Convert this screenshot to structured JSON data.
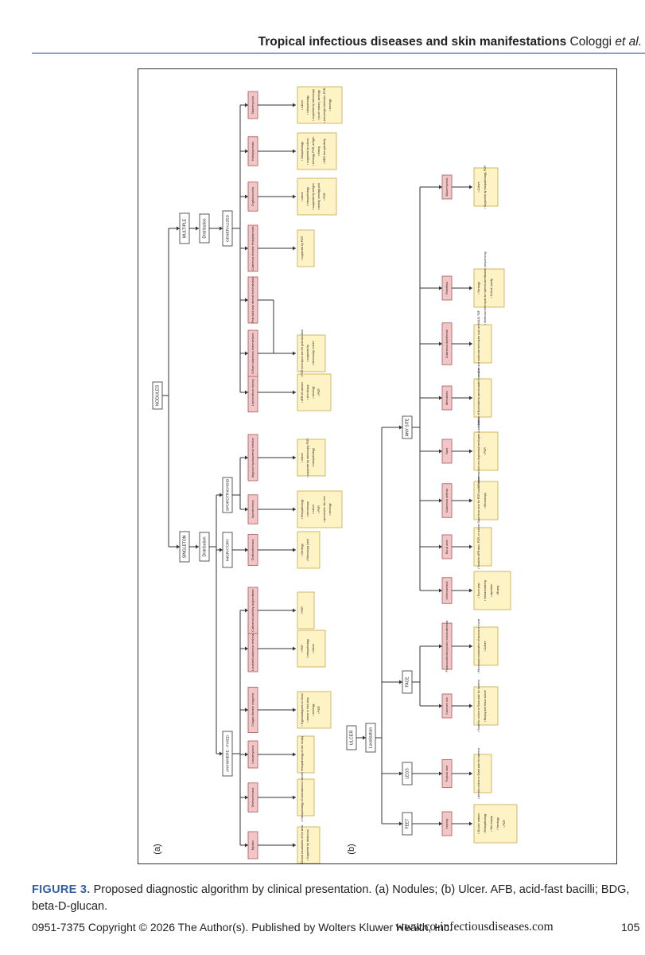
{
  "header": {
    "title_bold": "Tropical infectious diseases and skin manifestations",
    "title_author": "Cologgi",
    "title_etal": "et al."
  },
  "colors": {
    "rule": "#8a9fc7",
    "caption_label": "#2f5ea8",
    "disease_fill": "#f2c6c6",
    "disease_stroke": "#b05555",
    "method_fill": "#fdf3c4",
    "method_stroke": "#c8a84a"
  },
  "figure": {
    "panel_a_label": "(a)",
    "panel_b_label": "(b)",
    "nodules": {
      "root": "NODULES",
      "singleton": "SINGLETON",
      "multiple": "MULTIPLE",
      "distribution": "Distribution",
      "groups": [
        "ANYWHERE - FIXED",
        "MIGRATORY",
        "SPOROTRICHOID",
        "GENERALIZED"
      ],
      "diseases": [
        {
          "name": "Myiasis",
          "methods": [
            "Clinical visualization of the larva",
            "Supported by ultrasound"
          ]
        },
        {
          "name": "Onchocerciasis",
          "methods": [
            "Histopathology of subcutaneous nodule"
          ]
        },
        {
          "name": "Loboamycosis",
          "methods": [
            "Histopathology of skin biopsy"
          ]
        },
        {
          "name": "Chagas disease chagoma",
          "methods": [
            "Trypomastigotes on blood",
            "smear or thick drop",
            "serology",
            "PCR"
          ]
        },
        {
          "name": "Localized cutaneous leishmaniasis",
          "methods": [
            "PCR",
            "histopathology",
            "culture"
          ]
        },
        {
          "name": "Cutaneous bacillary angiomatosis",
          "methods": [
            "PCR"
          ]
        },
        {
          "name": "Gnathostomiasis",
          "methods": [
            "Serology",
            "Microscopy (rare)"
          ]
        },
        {
          "name": "Sporotrichosis",
          "methods": [
            "Histopathology",
            "microscopy",
            "culture",
            "PCR",
            "sporotrichin skin test",
            "serology"
          ]
        },
        {
          "name": "Atypical mycobacterial infection",
          "methods": [
            "culture",
            "supported by microscopy, PCR,",
            "histopathology"
          ]
        },
        {
          "name": "Lepromatous leprosy",
          "methods": [
            "AFB slit smears",
            "skin biopsy",
            "serology",
            "PCR"
          ]
        },
        {
          "name": "Diffuse cutaneous leishmaniasis",
          "methods": [
            "PCR techniques are the gold standard",
            "supported by",
            "microscopy, culture"
          ]
        },
        {
          "name": "Post-kala azar dermal leishmaniasis",
          "methods": []
        },
        {
          "name": "Cutaneous disease Histoplasmosis",
          "methods": [
            "supported by PCR"
          ]
        },
        {
          "name": "Cryptococcosis",
          "methods": [
            "culture",
            "histopathology",
            "supported by antigen",
            "testing, serology and",
            "PCR"
          ]
        },
        {
          "name": "Histoplasmosis",
          "methods": [
            "histopathology",
            "supported by culture,",
            "serology, PCR, antigen",
            "testing",
            "BDG low specificity"
          ]
        },
        {
          "name": "Talaromycosis",
          "methods": [
            "culture",
            "histopathology",
            "supported by microscopy",
            "(touch smear), serology,",
            "and antigen detection, PCR,",
            "serology"
          ]
        }
      ]
    },
    "ulcer": {
      "root": "ULCER",
      "localization": "Localization",
      "groups": [
        "FEET",
        "LEGS",
        "FACE",
        "ANY SITE"
      ],
      "diseases": [
        {
          "name": "Leprosy",
          "methods": [
            "Slit-skin smears",
            "Histopathology",
            "Skin biopsy",
            "Serology",
            "PCR"
          ]
        },
        {
          "name": "Tropical ulcer",
          "methods": [
            "Aerobic culture or Gram stain for bacteria"
          ]
        },
        {
          "name": "Cancrum oris",
          "methods": [
            "Swab for culture or Gram stain for bacteria",
            "Biopsy and tissue culture"
          ]
        },
        {
          "name": "Paracoccidioidomycosis mucocutaneous",
          "methods": [
            "Microscopic examination of sputum or tissue",
            "Culture"
          ]
        },
        {
          "name": "Leishmaniasis",
          "methods": [
            "Touch prep",
            "immunostaining",
            "aspiration",
            "Biopsy"
          ]
        },
        {
          "name": "Buruli ulcer",
          "methods": [
            "Swab for AFB stain, PCR, or culture"
          ]
        },
        {
          "name": "Cutaneous anthrax",
          "methods": [
            "Swab from ulcer for PCR and/or culture",
            "Microscopy"
          ]
        },
        {
          "name": "Yaws",
          "methods": [
            "Treponemal and non-treponemal serologies & darkfield test",
            "PCR"
          ]
        },
        {
          "name": "Melioidosis",
          "methods": [
            "Isolation of Burkholderia pseudomallei from ulcer"
          ]
        },
        {
          "name": "Cutaneous diphtheriae",
          "methods": [
            "culture and molecular techniques such as MALDI-TOF"
          ]
        },
        {
          "name": "Rickettsia",
          "methods": [
            "Serology",
            "Molecular techniques for species identification (sequencing)",
            "Culture (rarely)"
          ]
        },
        {
          "name": "Mucormycosis",
          "methods": [
            "Culture",
            "Supported by histopathology, PCR"
          ]
        }
      ]
    }
  },
  "caption": {
    "label": "FIGURE 3.",
    "text": "Proposed diagnostic algorithm by clinical presentation. (a) Nodules; (b) Ulcer. AFB, acid-fast bacilli; BDG, beta-D-glucan."
  },
  "footer": {
    "copyright": "0951-7375 Copyright © 2026 The Author(s). Published by Wolters Kluwer Health, Inc.",
    "url": "www.co-infectiousdiseases.com",
    "page": "105"
  }
}
